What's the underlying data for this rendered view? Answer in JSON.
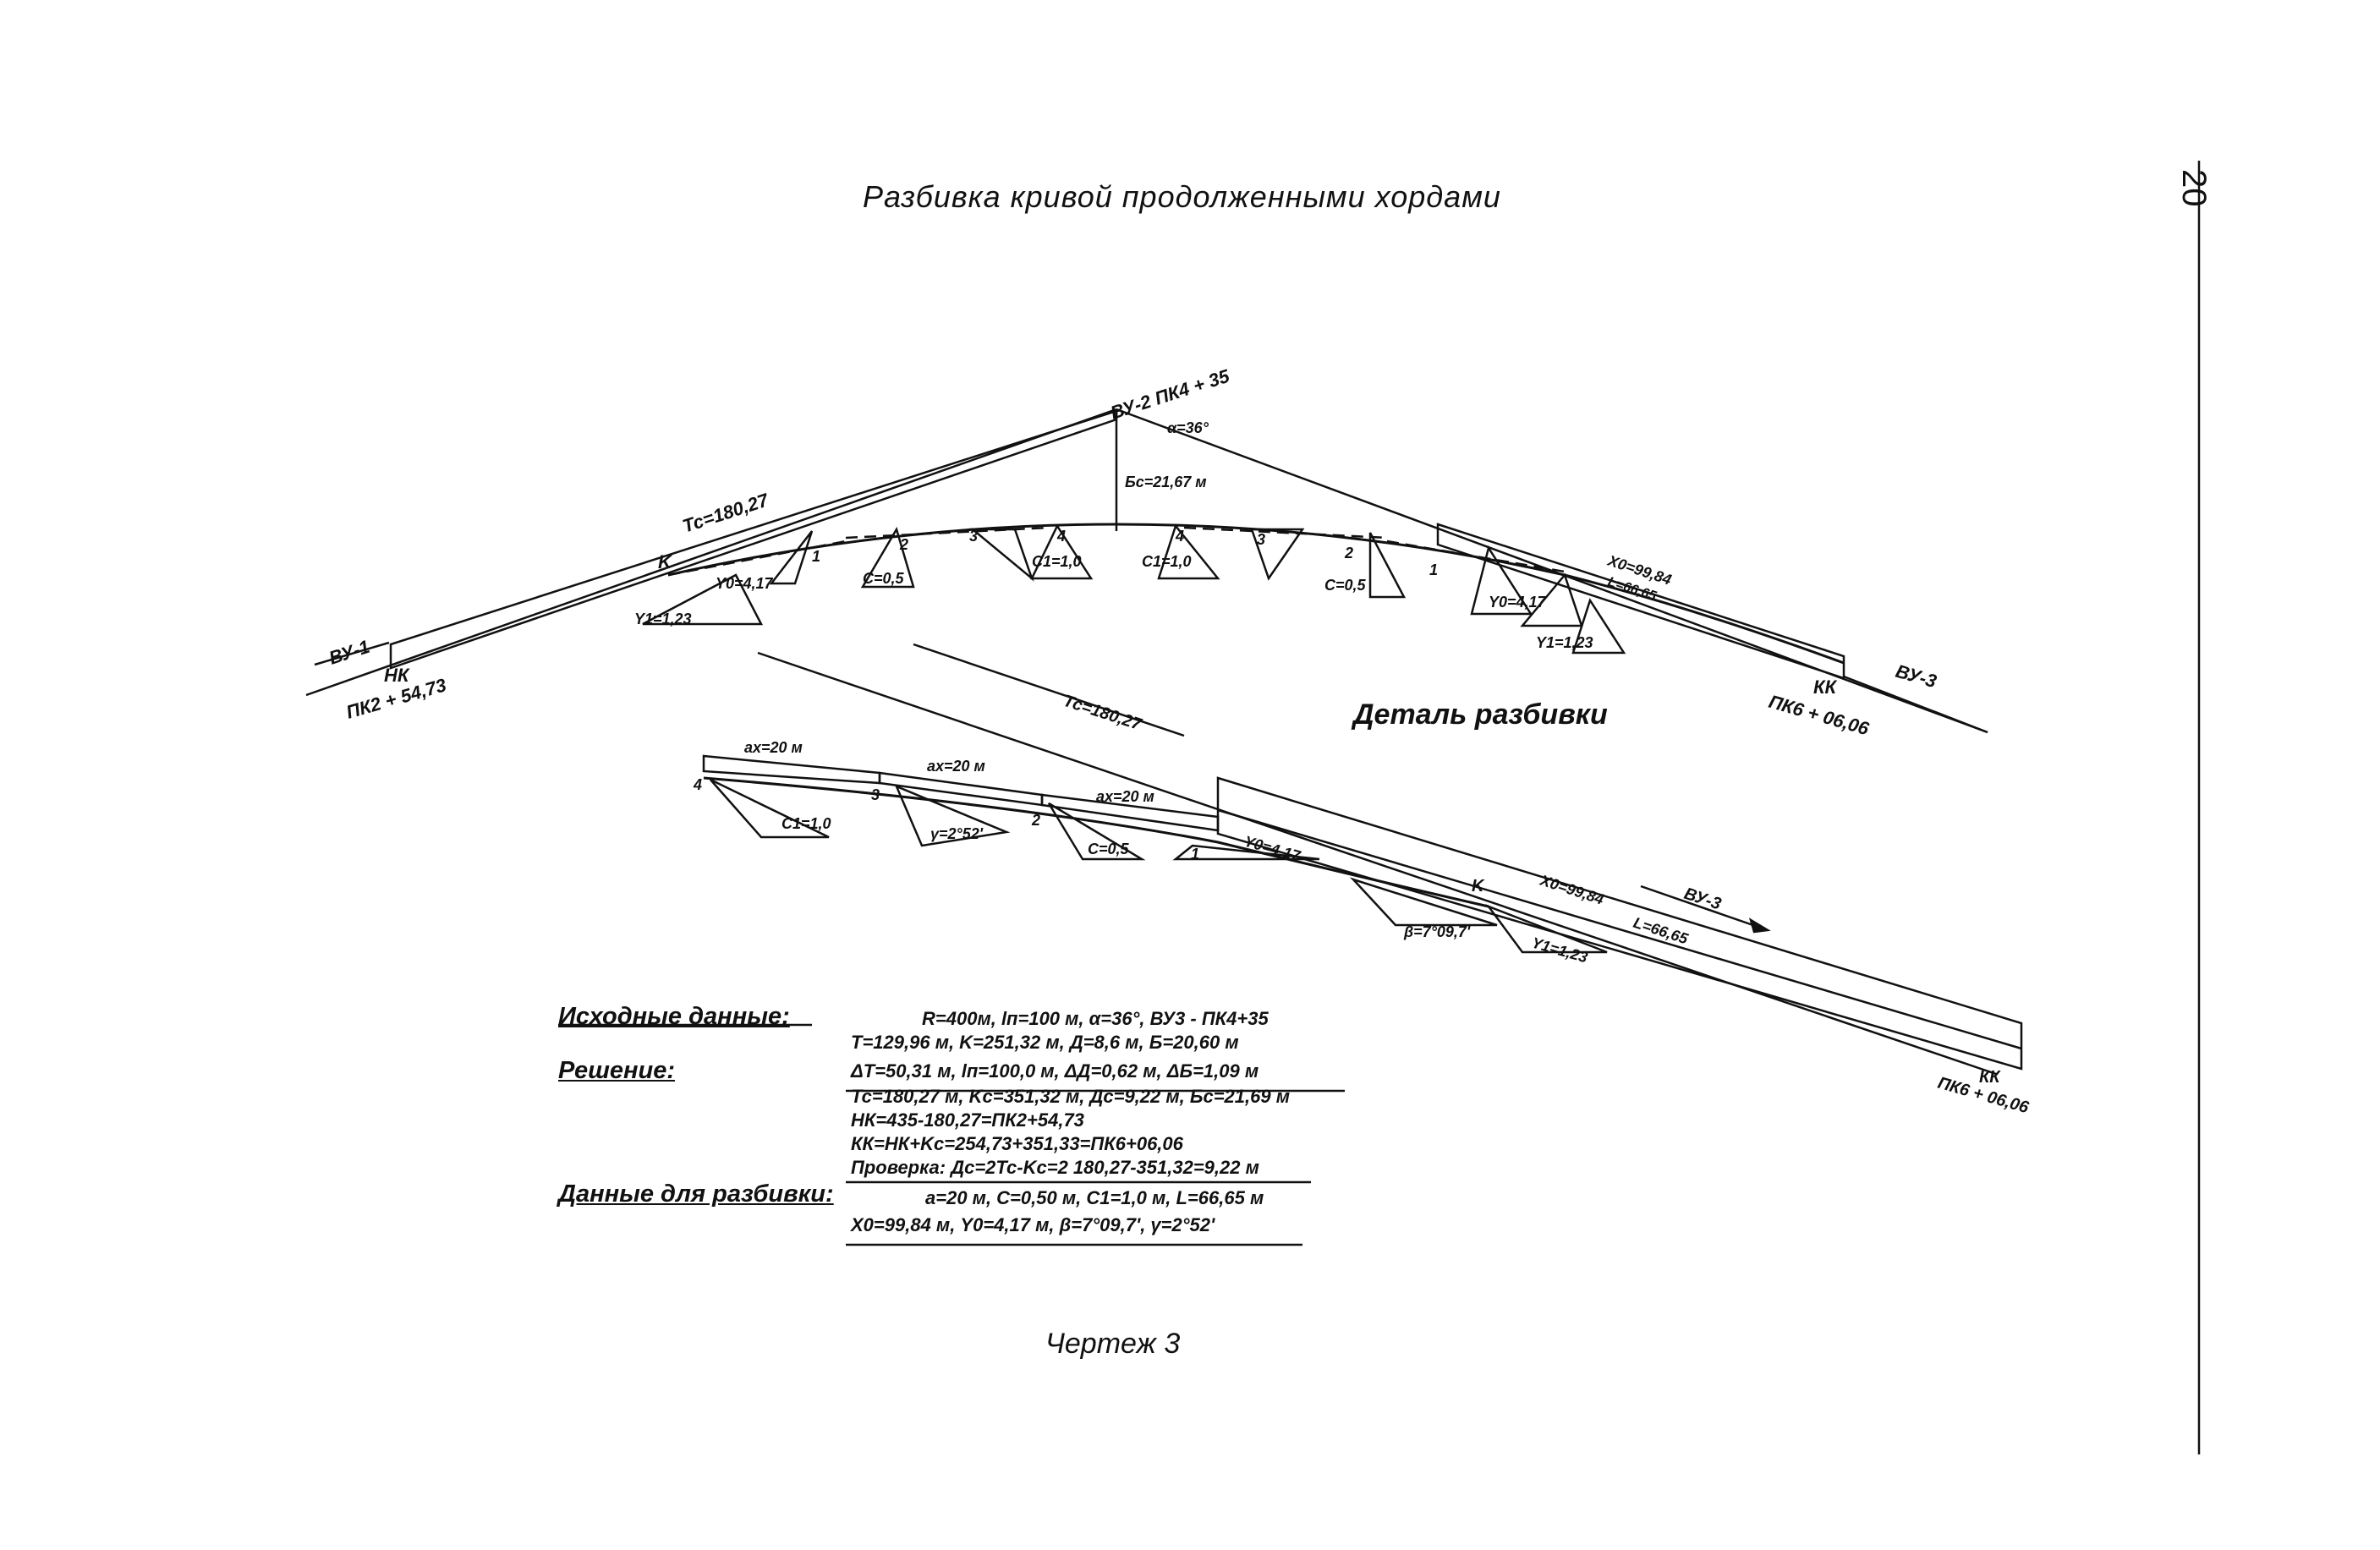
{
  "page_number": "20",
  "title": "Разбивка кривой продолженными хордами",
  "caption": "Чертеж 3",
  "detail_title": "Деталь разбивки",
  "main_labels": {
    "vu1": "ВУ-1",
    "nk": "НК",
    "nk_station": "ПК2 + 54,73",
    "tc": "Tc=180,27",
    "k": "K",
    "y0": "Y0=4,17",
    "y1": "Y1=1,23",
    "vu2": "ВУ-2 ПК4 + 35",
    "alpha": "α=36°",
    "bc": "Бc=21,67 м",
    "c_half_left": "C=0,5",
    "c1_left": "C1=1,0",
    "c1_right": "C1=1,0",
    "c_half_right": "C=0,5",
    "x0": "X0=99,84",
    "l": "L=66,65",
    "y0_right": "Y0=4,17",
    "y1_right": "Y1=1,23",
    "kk": "КК",
    "kk_station": "ПК6 + 06,06",
    "vu3": "ВУ-3",
    "n1": "1",
    "n2": "2",
    "n3": "3",
    "n4": "4"
  },
  "detail_labels": {
    "tc": "Tc=180,27",
    "ax1": "ax=20 м",
    "ax2": "ax=20 м",
    "ax3": "ax=20 м",
    "c1": "C1=1,0",
    "gamma": "γ=2°52'",
    "c": "C=0,5",
    "y0": "Y0=4,17",
    "beta": "β=7°09,7'",
    "k": "K",
    "x0": "X0=99,84",
    "vu3": "ВУ-3",
    "l": "L=66,65",
    "y1": "Y1=1,23",
    "kk": "КК",
    "kk_station": "ПК6 + 06,06",
    "n1": "1",
    "n2": "2",
    "n3": "3",
    "n4": "4"
  },
  "calc": {
    "source_header": "Исходные данные:",
    "source_1": "R=400м, lп=100 м, α=36°, ВУ3 - ПК4+35",
    "source_2": "T=129,96 м,  K=251,32 м,  Д=8,6 м,  Б=20,60 м",
    "solution_header": "Решение:",
    "solution_1": "ΔT=50,31 м,  lп=100,0 м,  ΔД=0,62 м,  ΔБ=1,09 м",
    "solution_2": "Tc=180,27 м, Kc=351,32 м, Дc=9,22 м, Бc=21,69 м",
    "solution_3": "НК=435-180,27=ПК2+54,73",
    "solution_4": "КК=НК+Kc=254,73+351,33=ПК6+06,06",
    "solution_5": "Проверка: Дc=2Tc-Kc=2 180,27-351,32=9,22 м",
    "layout_header": "Данные для разбивки:",
    "layout_1": "a=20 м, C=0,50 м, C1=1,0 м, L=66,65 м",
    "layout_2": "X0=99,84 м, Y0=4,17 м, β=7°09,7', γ=2°52'"
  }
}
